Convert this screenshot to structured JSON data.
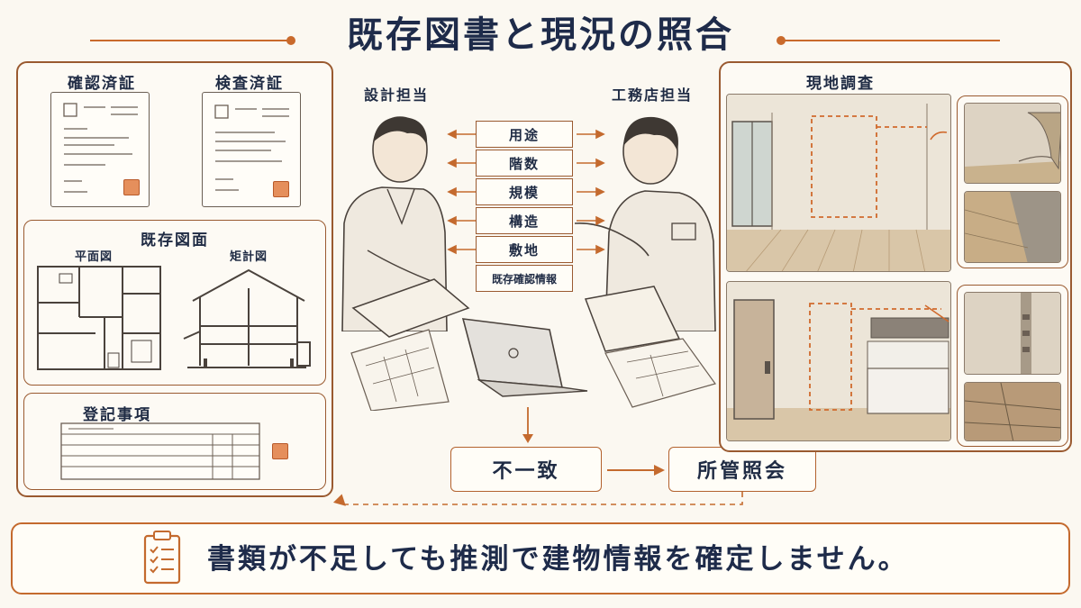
{
  "title": "既存図書と現況の照合",
  "documents": {
    "confirmation_certificate": "確認済証",
    "inspection_certificate": "検査済証"
  },
  "existing_drawings": {
    "heading": "既存図面",
    "floor_plan": "平面図",
    "section": "矩計図"
  },
  "registry": {
    "heading": "登記事項"
  },
  "people": {
    "designer": "設計担当",
    "contractor": "工務店担当"
  },
  "categories": [
    "用途",
    "階数",
    "規模",
    "構造",
    "敷地",
    "既存確認情報"
  ],
  "site_survey": {
    "heading": "現地調査"
  },
  "flow": {
    "mismatch": "不一致",
    "inquiry": "所管照会"
  },
  "banner": {
    "message": "書類が不足しても推測で建物情報を確定しません。"
  },
  "colors": {
    "accent": "#c96a2c",
    "navy": "#1e2b4a",
    "border": "#9a5a30"
  }
}
